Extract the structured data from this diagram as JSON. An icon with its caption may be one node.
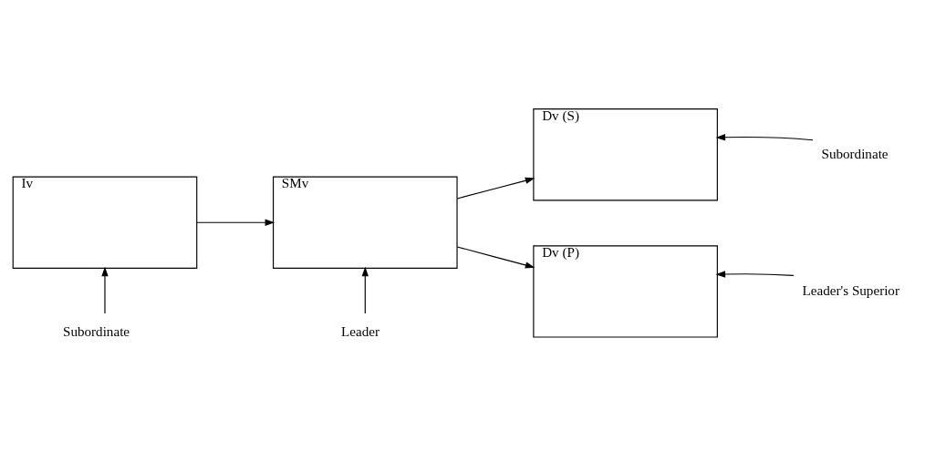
{
  "diagram": {
    "nodes": [
      {
        "text": [
          "Iv"
        ]
      },
      {
        "text": [
          "SMv"
        ]
      },
      {
        "text": [
          "Dv (S)"
        ]
      },
      {
        "text": [
          "Dv (P)"
        ]
      },
      {
        "text": [
          "Subordinate"
        ]
      },
      {
        "text": [
          "Leader"
        ]
      },
      {
        "text": [
          "Subordinate"
        ]
      },
      {
        "text": [
          "Leader's Superior"
        ]
      }
    ],
    "edges": [
      {
        "from": 0,
        "to": 1,
        "arrow": "to"
      },
      {
        "from": 1,
        "to": 2,
        "arrow": "to"
      },
      {
        "from": 1,
        "to": 3,
        "arrow": "to"
      },
      {
        "from": 4,
        "to": 0,
        "arrow": "to"
      },
      {
        "from": 5,
        "to": 1,
        "arrow": "to"
      },
      {
        "from": 6,
        "to": 2,
        "arrow": "to"
      },
      {
        "from": 7,
        "to": 3,
        "arrow": "to"
      }
    ]
  }
}
